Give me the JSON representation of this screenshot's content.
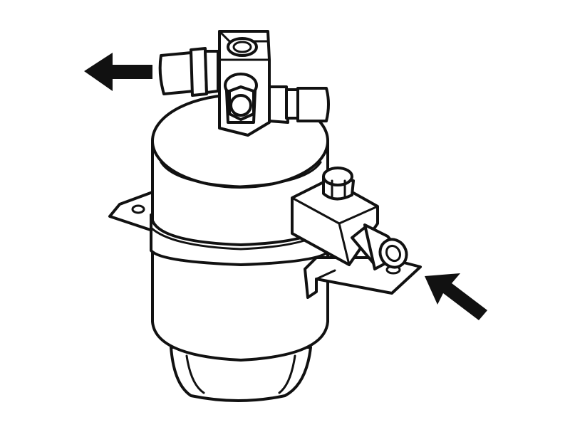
{
  "diagram": {
    "subject": "receiver-drier",
    "line_color": "#111111",
    "background": "#ffffff",
    "arrows": [
      {
        "name": "outlet-flow-arrow",
        "direction": "left"
      },
      {
        "name": "inlet-flow-arrow",
        "direction": "up-left"
      }
    ]
  }
}
